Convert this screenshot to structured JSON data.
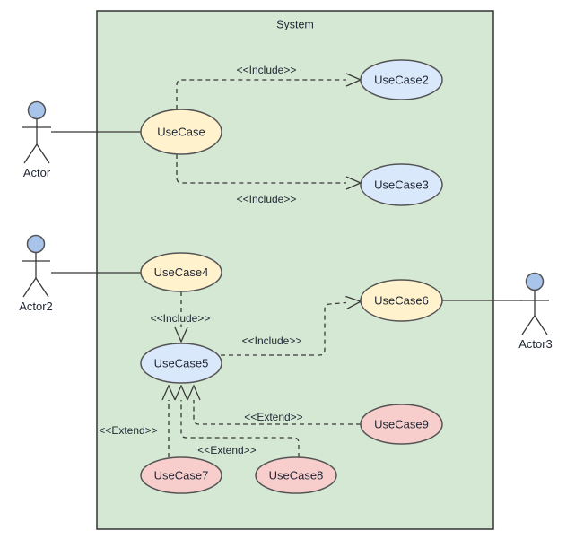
{
  "diagram": {
    "type": "uml-use-case-diagram",
    "title": "System",
    "colors": {
      "system_fill": "#D5E8D4",
      "system_stroke": "#333333",
      "usecase_yellow": "#FFF2CC",
      "usecase_blue": "#DAE8FC",
      "usecase_red": "#F8CECC",
      "shape_stroke": "#545454",
      "actor_head_fill": "#A9C4EB",
      "line_color": "#383838",
      "text_color": "#1f2633"
    },
    "actors": [
      {
        "name": "Actor"
      },
      {
        "name": "Actor2"
      },
      {
        "name": "Actor3"
      }
    ],
    "use_cases": [
      {
        "name": "UseCase",
        "fill": "#FFF2CC"
      },
      {
        "name": "UseCase2",
        "fill": "#DAE8FC"
      },
      {
        "name": "UseCase3",
        "fill": "#DAE8FC"
      },
      {
        "name": "UseCase4",
        "fill": "#FFF2CC"
      },
      {
        "name": "UseCase5",
        "fill": "#DAE8FC"
      },
      {
        "name": "UseCase6",
        "fill": "#FFF2CC"
      },
      {
        "name": "UseCase7",
        "fill": "#F8CECC"
      },
      {
        "name": "UseCase8",
        "fill": "#F8CECC"
      },
      {
        "name": "UseCase9",
        "fill": "#F8CECC"
      }
    ],
    "relationships": [
      {
        "from": "UseCase",
        "to": "UseCase2",
        "type": "include",
        "label": "<<Include>>"
      },
      {
        "from": "UseCase",
        "to": "UseCase3",
        "type": "include",
        "label": "<<Include>>"
      },
      {
        "from": "UseCase4",
        "to": "UseCase5",
        "type": "include",
        "label": "<<Include>>"
      },
      {
        "from": "UseCase5",
        "to": "UseCase6",
        "type": "include",
        "label": "<<Include>>"
      },
      {
        "from": "UseCase7",
        "to": "UseCase5",
        "type": "extend",
        "label": "<<Extend>>"
      },
      {
        "from": "UseCase8",
        "to": "UseCase5",
        "type": "extend",
        "label": "<<Extend>>"
      },
      {
        "from": "UseCase9",
        "to": "UseCase5",
        "type": "extend",
        "label": "<<Extend>>"
      }
    ],
    "associations": [
      {
        "from": "Actor",
        "to": "UseCase"
      },
      {
        "from": "Actor2",
        "to": "UseCase4"
      },
      {
        "from": "UseCase6",
        "to": "Actor3"
      }
    ]
  }
}
